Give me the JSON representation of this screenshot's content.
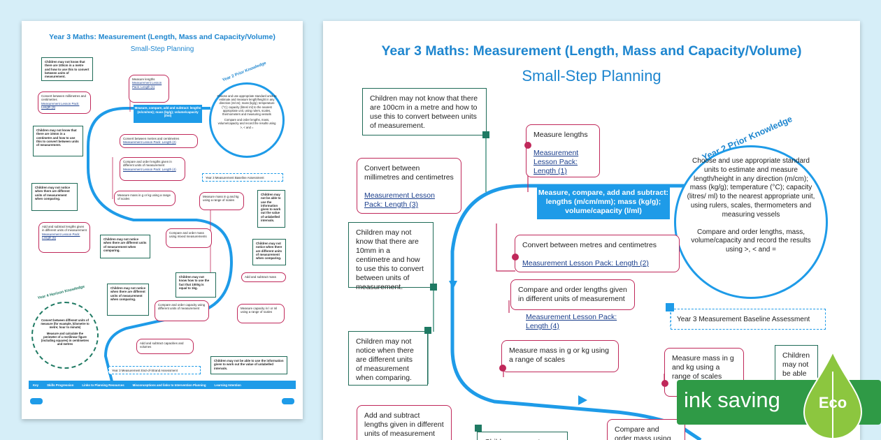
{
  "worksheet": {
    "title": "Year 3 Maths: Measurement (Length, Mass and Capacity/Volume)",
    "subtitle": "Small-Step Planning",
    "prior_knowledge_label": "Year 2 Prior Knowledge",
    "horizon_label": "Year 4 Horizon Knowledge",
    "prior_knowledge_text": "Choose and use appropriate standard units to estimate and measure length/height in any direction (m/cm); mass (kg/g); temperature (°C); capacity (litres/ ml) to the nearest appropriate unit, using rulers, scales, thermometers and measuring vessels",
    "prior_knowledge_text2": "Compare and order lengths, mass, volume/capacity and record the results using >, < and =",
    "horizon_text": "Convert between different units of measure (for example, kilometre to metre; hour to minute)",
    "horizon_text2": "Measure and calculate the perimeter of a rectilinear figure (including squares) in centimetres and metres",
    "banner": "Measure, compare, add and subtract: lengths (m/cm/mm); mass (kg/g); volume/capacity (l/ml)",
    "baseline": "Year 3 Measurement Baseline Assessment",
    "end_assessment": "Year 3 Measurement End-of-Strand Assessment",
    "steps": {
      "measure_lengths": "Measure lengths",
      "measure_lengths_link": "Measurement Lesson Pack: Length (1)",
      "convert_mm_cm": "Convert between millimetres and centimetres",
      "convert_mm_cm_link": "Measurement Lesson Pack: Length (3)",
      "convert_m_cm": "Convert between metres and centimetres",
      "convert_m_cm_link": "Measurement Lesson Pack: Length (2)",
      "compare_lengths": "Compare and order lengths given in different units of measurement",
      "compare_lengths_link": "Measurement Lesson Pack: Length (4)",
      "measure_mass_scales": "Measure mass in g or kg using a range of scales",
      "measure_mass_g_kg": "Measure mass in g and kg using a range of scales",
      "add_subtract_lengths": "Add and subtract lengths given in different units of measurement",
      "add_subtract_lengths_link": "Measurement Lesson Pack: Length (5)",
      "compare_mass": "Compare and order mass using mixed measurements",
      "add_subtract_mass": "Add and subtract mass",
      "measure_capacity": "Measure capacity in l or ml using a range of scales",
      "compare_capacity": "Compare and order capacity using different units of measurement",
      "add_subtract_capacities": "Add and subtract capacities and volumes"
    },
    "misconceptions": {
      "m_100cm": "Children may not know that there are 100cm in a metre and how to use this to convert between units of measurement.",
      "cm_10mm": "Children may not know that there are 10mm in a centimetre and how to use this to convert between units of measurement.",
      "different_units": "Children may not notice when there are different units of measurement when comparing.",
      "not_notice": "Children may not notice...",
      "info_given": "Children may not be able to use the information given to work out the value of unlabelled intervals.",
      "info_given_cut": "Children may not be able to use the",
      "kg_1000g": "Children may not know how to use the fact that 1000g is equal to 1kg."
    },
    "key": {
      "label": "Key",
      "skills": "Skills Progression",
      "links": "Links to Planning Resources",
      "misconceptions": "Misconceptions and links to Intervention Planning",
      "learning": "Learning Intention"
    }
  },
  "eco_badge": {
    "text": "ink saving",
    "label": "Eco"
  },
  "colors": {
    "background": "#d6eef8",
    "accent": "#1e9be8",
    "title": "#1e86cf",
    "step_border": "#c0285a",
    "misconception": "#1f6b57",
    "eco": "#2f9a46"
  }
}
